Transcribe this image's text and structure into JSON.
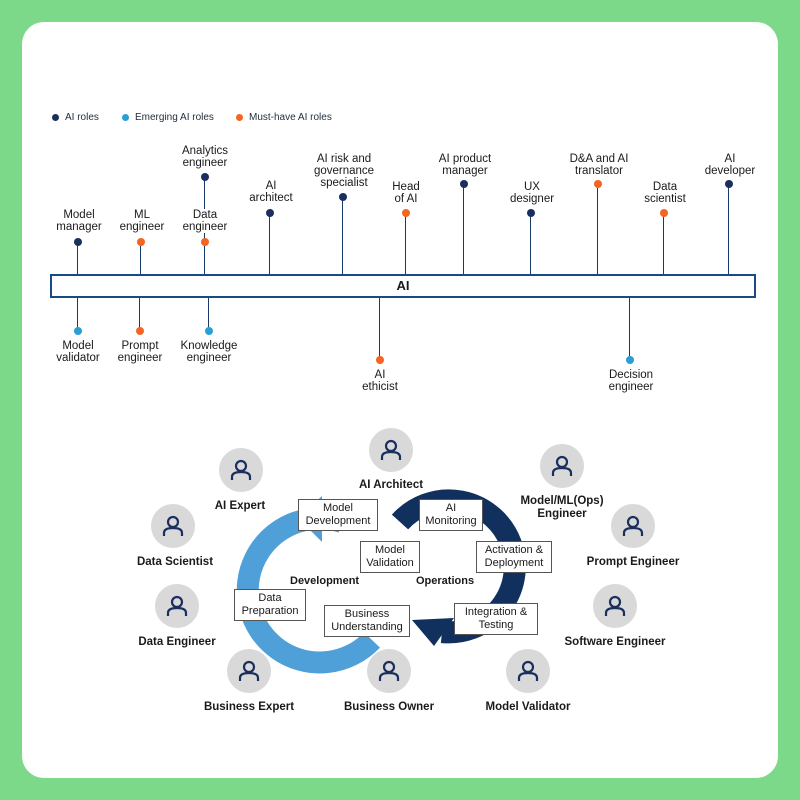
{
  "legend": {
    "ai_roles": "AI roles",
    "emerging_ai_roles": "Emerging AI roles",
    "must_have_ai_roles": "Must-have AI roles"
  },
  "colors": {
    "ai_role": "#1b2f5e",
    "emerging": "#2a9fd6",
    "must_have": "#f26522",
    "background": "#7dd98a"
  },
  "bar_label": "AI",
  "top_roles": [
    {
      "line1": "Model",
      "line2": "manager",
      "type": "ai_role"
    },
    {
      "line1": "ML",
      "line2": "engineer",
      "type": "must_have"
    },
    {
      "line1": "Analytics",
      "line2": "engineer",
      "type": "ai_role"
    },
    {
      "line1": "Data",
      "line2": "engineer",
      "type": "must_have"
    },
    {
      "line1": "AI",
      "line2": "architect",
      "type": "ai_role"
    },
    {
      "line1": "AI risk and",
      "line2": "governance",
      "line3": "specialist",
      "type": "ai_role"
    },
    {
      "line1": "Head",
      "line2": "of AI",
      "type": "must_have"
    },
    {
      "line1": "AI product",
      "line2": "manager",
      "type": "ai_role"
    },
    {
      "line1": "UX",
      "line2": "designer",
      "type": "ai_role"
    },
    {
      "line1": "D&A and AI",
      "line2": "translator",
      "type": "must_have"
    },
    {
      "line1": "Data",
      "line2": "scientist",
      "type": "must_have"
    },
    {
      "line1": "AI",
      "line2": "developer",
      "type": "ai_role"
    }
  ],
  "bottom_roles": [
    {
      "line1": "Model",
      "line2": "validator",
      "type": "emerging"
    },
    {
      "line1": "Prompt",
      "line2": "engineer",
      "type": "must_have"
    },
    {
      "line1": "Knowledge",
      "line2": "engineer",
      "type": "emerging"
    },
    {
      "line1": "AI",
      "line2": "ethicist",
      "type": "must_have"
    },
    {
      "line1": "Decision",
      "line2": "engineer",
      "type": "emerging"
    }
  ],
  "people": [
    {
      "label": "AI Architect"
    },
    {
      "label": "AI Expert"
    },
    {
      "label": "Model/ML(Ops)",
      "label2": "Engineer"
    },
    {
      "label": "Data Scientist"
    },
    {
      "label": "Prompt Engineer"
    },
    {
      "label": "Data Engineer"
    },
    {
      "label": "Software Engineer"
    },
    {
      "label": "Business Expert"
    },
    {
      "label": "Business Owner"
    },
    {
      "label": "Model Validator"
    }
  ],
  "cycle": {
    "development": "Development",
    "operations": "Operations",
    "steps": [
      {
        "line1": "Model",
        "line2": "Development"
      },
      {
        "line1": "AI",
        "line2": "Monitoring"
      },
      {
        "line1": "Model",
        "line2": "Validation"
      },
      {
        "line1": "Activation &",
        "line2": "Deployment"
      },
      {
        "line1": "Data",
        "line2": "Preparation"
      },
      {
        "line1": "Business",
        "line2": "Understanding"
      },
      {
        "line1": "Integration &",
        "line2": "Testing"
      }
    ]
  }
}
